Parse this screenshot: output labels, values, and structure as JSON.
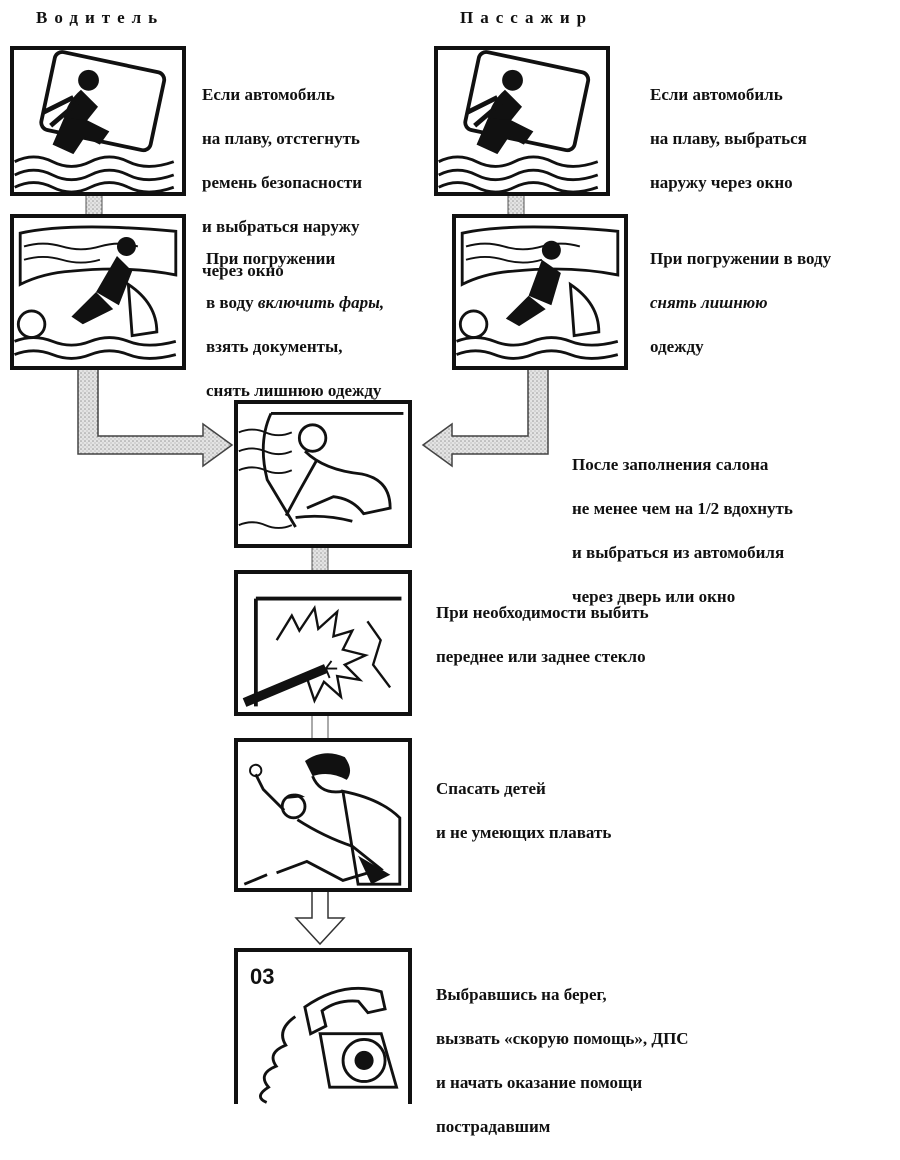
{
  "columns": {
    "driver": "Водитель",
    "passenger": "Пассажир"
  },
  "steps": {
    "driver_float": {
      "lines": [
        "Если автомобиль",
        "на плаву, отстегнуть",
        "ремень безопасности",
        "и выбраться наружу",
        "через окно"
      ]
    },
    "passenger_float": {
      "lines": [
        "Если автомобиль",
        "на плаву, выбраться",
        "наружу через окно"
      ]
    },
    "driver_sink": {
      "line1": "При погружении",
      "line2_pre": "в воду ",
      "line2_italic": "включить фары,",
      "line3": "взять документы,",
      "line4": "снять лишнюю одежду"
    },
    "passenger_sink": {
      "line1": "При погружении в воду",
      "line2_italic": "снять лишнюю",
      "line3": "одежду"
    },
    "exit": {
      "lines": [
        "После заполнения салона",
        "не менее чем на 1/2 вдохнуть",
        "и выбраться из автомобиля",
        "через дверь или окно"
      ]
    },
    "break_glass": {
      "lines": [
        "При необходимости выбить",
        "переднее или заднее стекло"
      ]
    },
    "save_children": {
      "lines": [
        "Спасать детей",
        "и не умеющих плавать"
      ]
    },
    "call_help": {
      "badge": "03",
      "lines": [
        "Выбравшись на берег,",
        "вызвать «скорую помощь», ДПС",
        "и начать оказание помощи",
        "пострадавшим"
      ]
    }
  },
  "colors": {
    "ink": "#111111",
    "connector_fill": "#d9d9d9"
  },
  "icons": {
    "driver_float": "person-climbing-out-window-icon",
    "passenger_float": "person-climbing-out-window-icon",
    "driver_sink": "person-in-flooding-car-icon",
    "passenger_sink": "person-in-flooding-car-icon",
    "exit": "person-swimming-out-icon",
    "break_glass": "shattered-glass-icon",
    "save_children": "adult-helping-child-icon",
    "call_help": "telephone-icon"
  }
}
